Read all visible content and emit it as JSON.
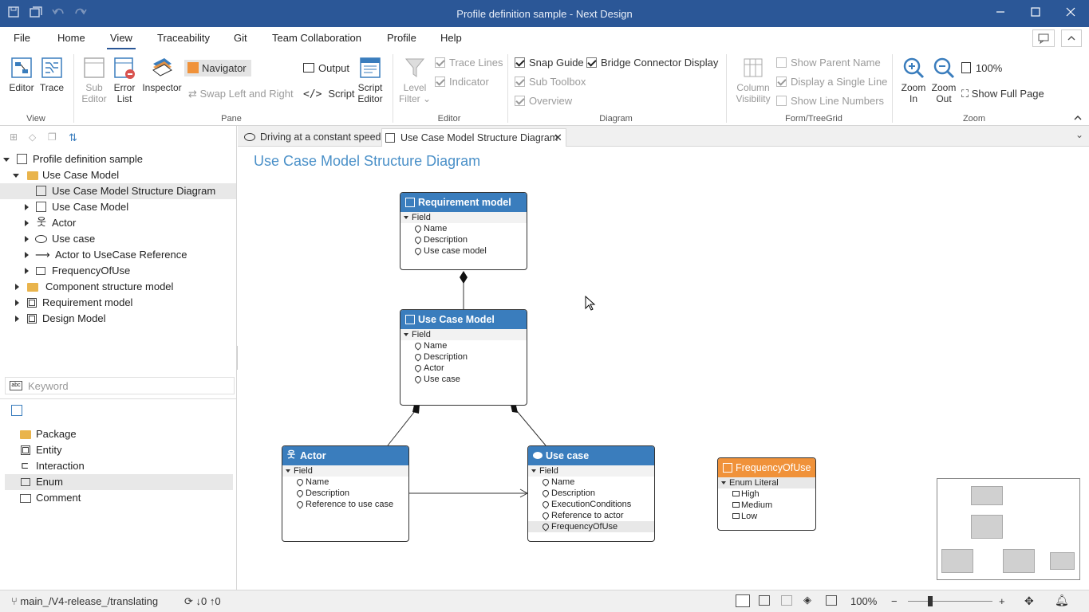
{
  "window": {
    "title": "Profile definition sample - Next Design"
  },
  "menu": [
    "File",
    "Home",
    "View",
    "Traceability",
    "Git",
    "Team Collaboration",
    "Profile",
    "Help"
  ],
  "ribbon": {
    "view_group": {
      "label": "View",
      "editor": "Editor",
      "trace": "Trace"
    },
    "pane_group": {
      "label": "Pane",
      "sub_editor": "Sub\nEditor",
      "sub_editor_l1": "Sub",
      "sub_editor_l2": "Editor",
      "error_list_l1": "Error",
      "error_list_l2": "List",
      "inspector": "Inspector",
      "navigator": "Navigator",
      "swap": "Swap Left and Right",
      "output": "Output",
      "script": "Script",
      "script_editor_l1": "Script",
      "script_editor_l2": "Editor"
    },
    "editor_group": {
      "label": "Editor",
      "level_filter_l1": "Level",
      "level_filter_l2": "Filter",
      "trace_lines": "Trace Lines",
      "indicator": "Indicator"
    },
    "diagram_group": {
      "label": "Diagram",
      "snap_guide": "Snap Guide",
      "bridge_connector": "Bridge Connector Display",
      "sub_toolbox": "Sub Toolbox",
      "overview": "Overview"
    },
    "form_group": {
      "label": "Form/TreeGrid",
      "column_visibility_l1": "Column",
      "column_visibility_l2": "Visibility",
      "show_parent_name": "Show Parent Name",
      "display_single_line": "Display a Single Line",
      "show_line_numbers": "Show Line Numbers"
    },
    "zoom_group": {
      "label": "Zoom",
      "zoom_in_l1": "Zoom",
      "zoom_in_l2": "In",
      "zoom_out_l1": "Zoom",
      "zoom_out_l2": "Out",
      "zoom_value": "100%",
      "show_full_page": "Show Full Page"
    }
  },
  "tree": {
    "root": "Profile definition sample",
    "items": [
      {
        "label": "Use Case Model"
      },
      {
        "label": "Use Case Model Structure Diagram"
      },
      {
        "label": "Use Case Model"
      },
      {
        "label": "Actor"
      },
      {
        "label": "Use case"
      },
      {
        "label": "Actor to UseCase Reference"
      },
      {
        "label": "FrequencyOfUse"
      },
      {
        "label": "Component structure model"
      },
      {
        "label": "Requirement model"
      },
      {
        "label": "Design Model"
      }
    ]
  },
  "search": {
    "placeholder": "Keyword"
  },
  "palette": {
    "items": [
      "Package",
      "Entity",
      "Interaction",
      "Enum",
      "Comment"
    ]
  },
  "tabs": [
    {
      "label": "Driving at a constant speed"
    },
    {
      "label": "Use Case Model Structure Diagram"
    }
  ],
  "diagram": {
    "title": "Use Case Model Structure Diagram",
    "nodes": {
      "requirement": {
        "title": "Requirement model",
        "section": "Field",
        "fields": [
          "Name",
          "Description",
          "Use case model"
        ]
      },
      "usecase_model": {
        "title": "Use Case Model",
        "section": "Field",
        "fields": [
          "Name",
          "Description",
          "Actor",
          "Use case"
        ]
      },
      "actor": {
        "title": "Actor",
        "section": "Field",
        "fields": [
          "Name",
          "Description",
          "Reference to use case"
        ]
      },
      "usecase": {
        "title": "Use case",
        "section": "Field",
        "fields": [
          "Name",
          "Description",
          "ExecutionConditions",
          "Reference to actor",
          "FrequencyOfUse"
        ]
      },
      "frequency": {
        "title": "FrequencyOfUse",
        "section": "Enum Literal",
        "fields": [
          "High",
          "Medium",
          "Low"
        ]
      }
    }
  },
  "status": {
    "branch": "main_/V4-release_/translating",
    "incoming": "0",
    "outgoing": "0",
    "zoom": "100%"
  },
  "colors": {
    "titlebar": "#2b5797",
    "node_header": "#3a7dbd",
    "enum_header": "#f0923a",
    "diagram_title": "#4a90c8"
  }
}
